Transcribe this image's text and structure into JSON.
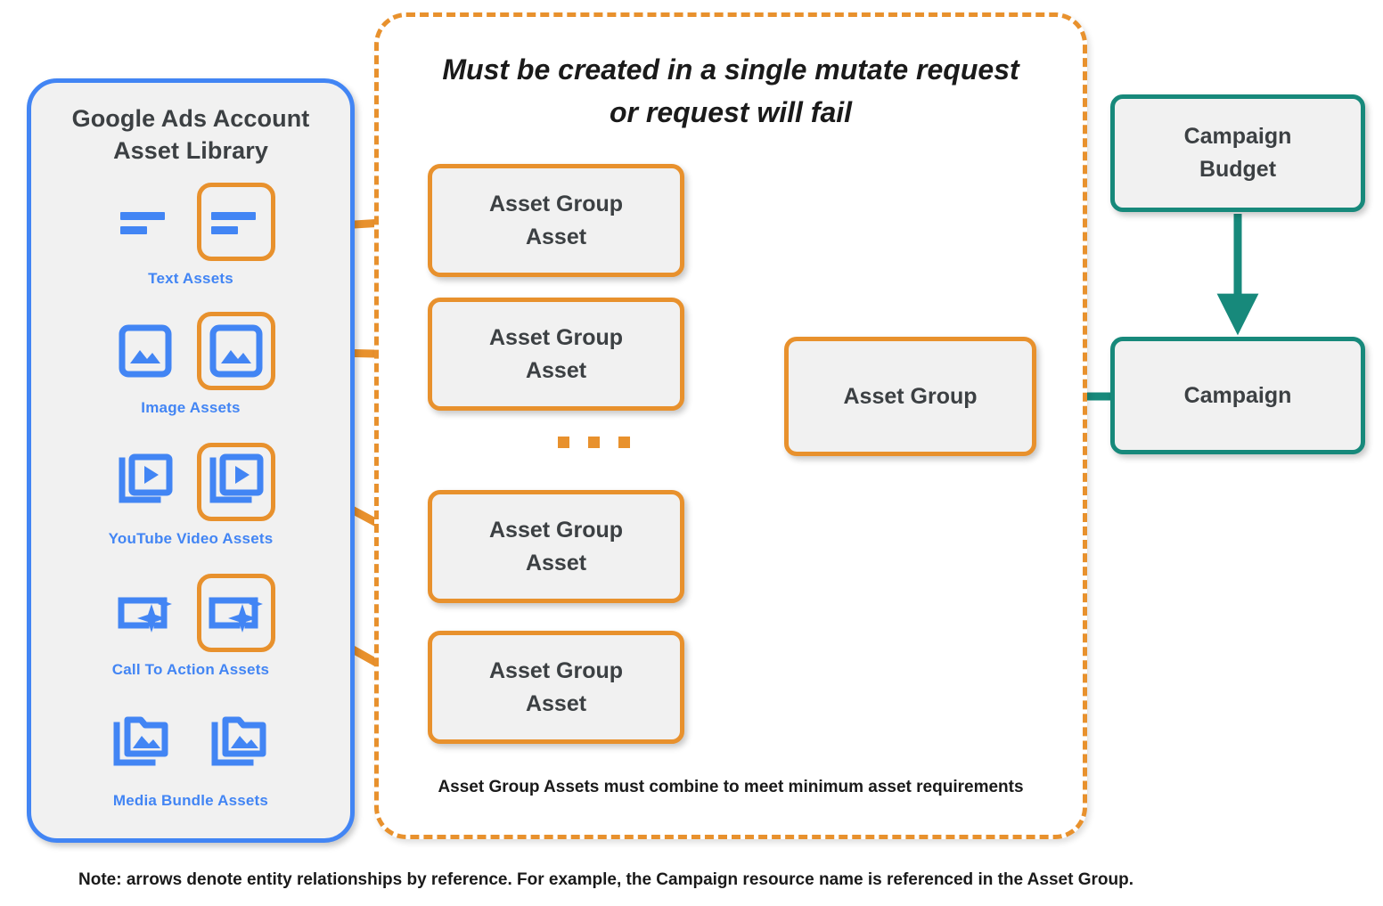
{
  "colors": {
    "orange": "#e8912d",
    "blue": "#4285f4",
    "teal": "#17897b",
    "node_fill": "#f1f1f1",
    "text_dark": "#3c4043"
  },
  "library": {
    "title_line1": "Google Ads Account",
    "title_line2": "Asset Library",
    "assets": [
      {
        "caption": "Text Assets",
        "icon": "text-lines-icon",
        "highlighted": true
      },
      {
        "caption": "Image Assets",
        "icon": "image-icon",
        "highlighted": true
      },
      {
        "caption": "YouTube Video  Assets",
        "icon": "video-stack-icon",
        "highlighted": true
      },
      {
        "caption": "Call To Action Assets",
        "icon": "call-to-action-sparkle-icon",
        "highlighted": true
      },
      {
        "caption": "Media Bundle  Assets",
        "icon": "media-bundle-folder-icon",
        "highlighted": false
      }
    ]
  },
  "mutate_container": {
    "title_line1": "Must be created in a single mutate request",
    "title_line2": "or request will fail",
    "footnote": "Asset Group Assets must combine to meet minimum asset requirements",
    "ellipsis_label": "..."
  },
  "nodes": {
    "asset_group_asset_1": "Asset Group\nAsset",
    "asset_group_asset_1_line1": "Asset Group",
    "asset_group_asset_1_line2": "Asset",
    "asset_group_asset_2_line1": "Asset Group",
    "asset_group_asset_2_line2": "Asset",
    "asset_group_asset_3_line1": "Asset Group",
    "asset_group_asset_3_line2": "Asset",
    "asset_group_asset_4_line1": "Asset Group",
    "asset_group_asset_4_line2": "Asset",
    "asset_group": "Asset Group",
    "campaign_budget_line1": "Campaign",
    "campaign_budget_line2": "Budget",
    "campaign": "Campaign"
  },
  "footer": {
    "note": "Note: arrows denote entity relationships by reference. For example, the Campaign resource name is referenced in the Asset Group."
  }
}
